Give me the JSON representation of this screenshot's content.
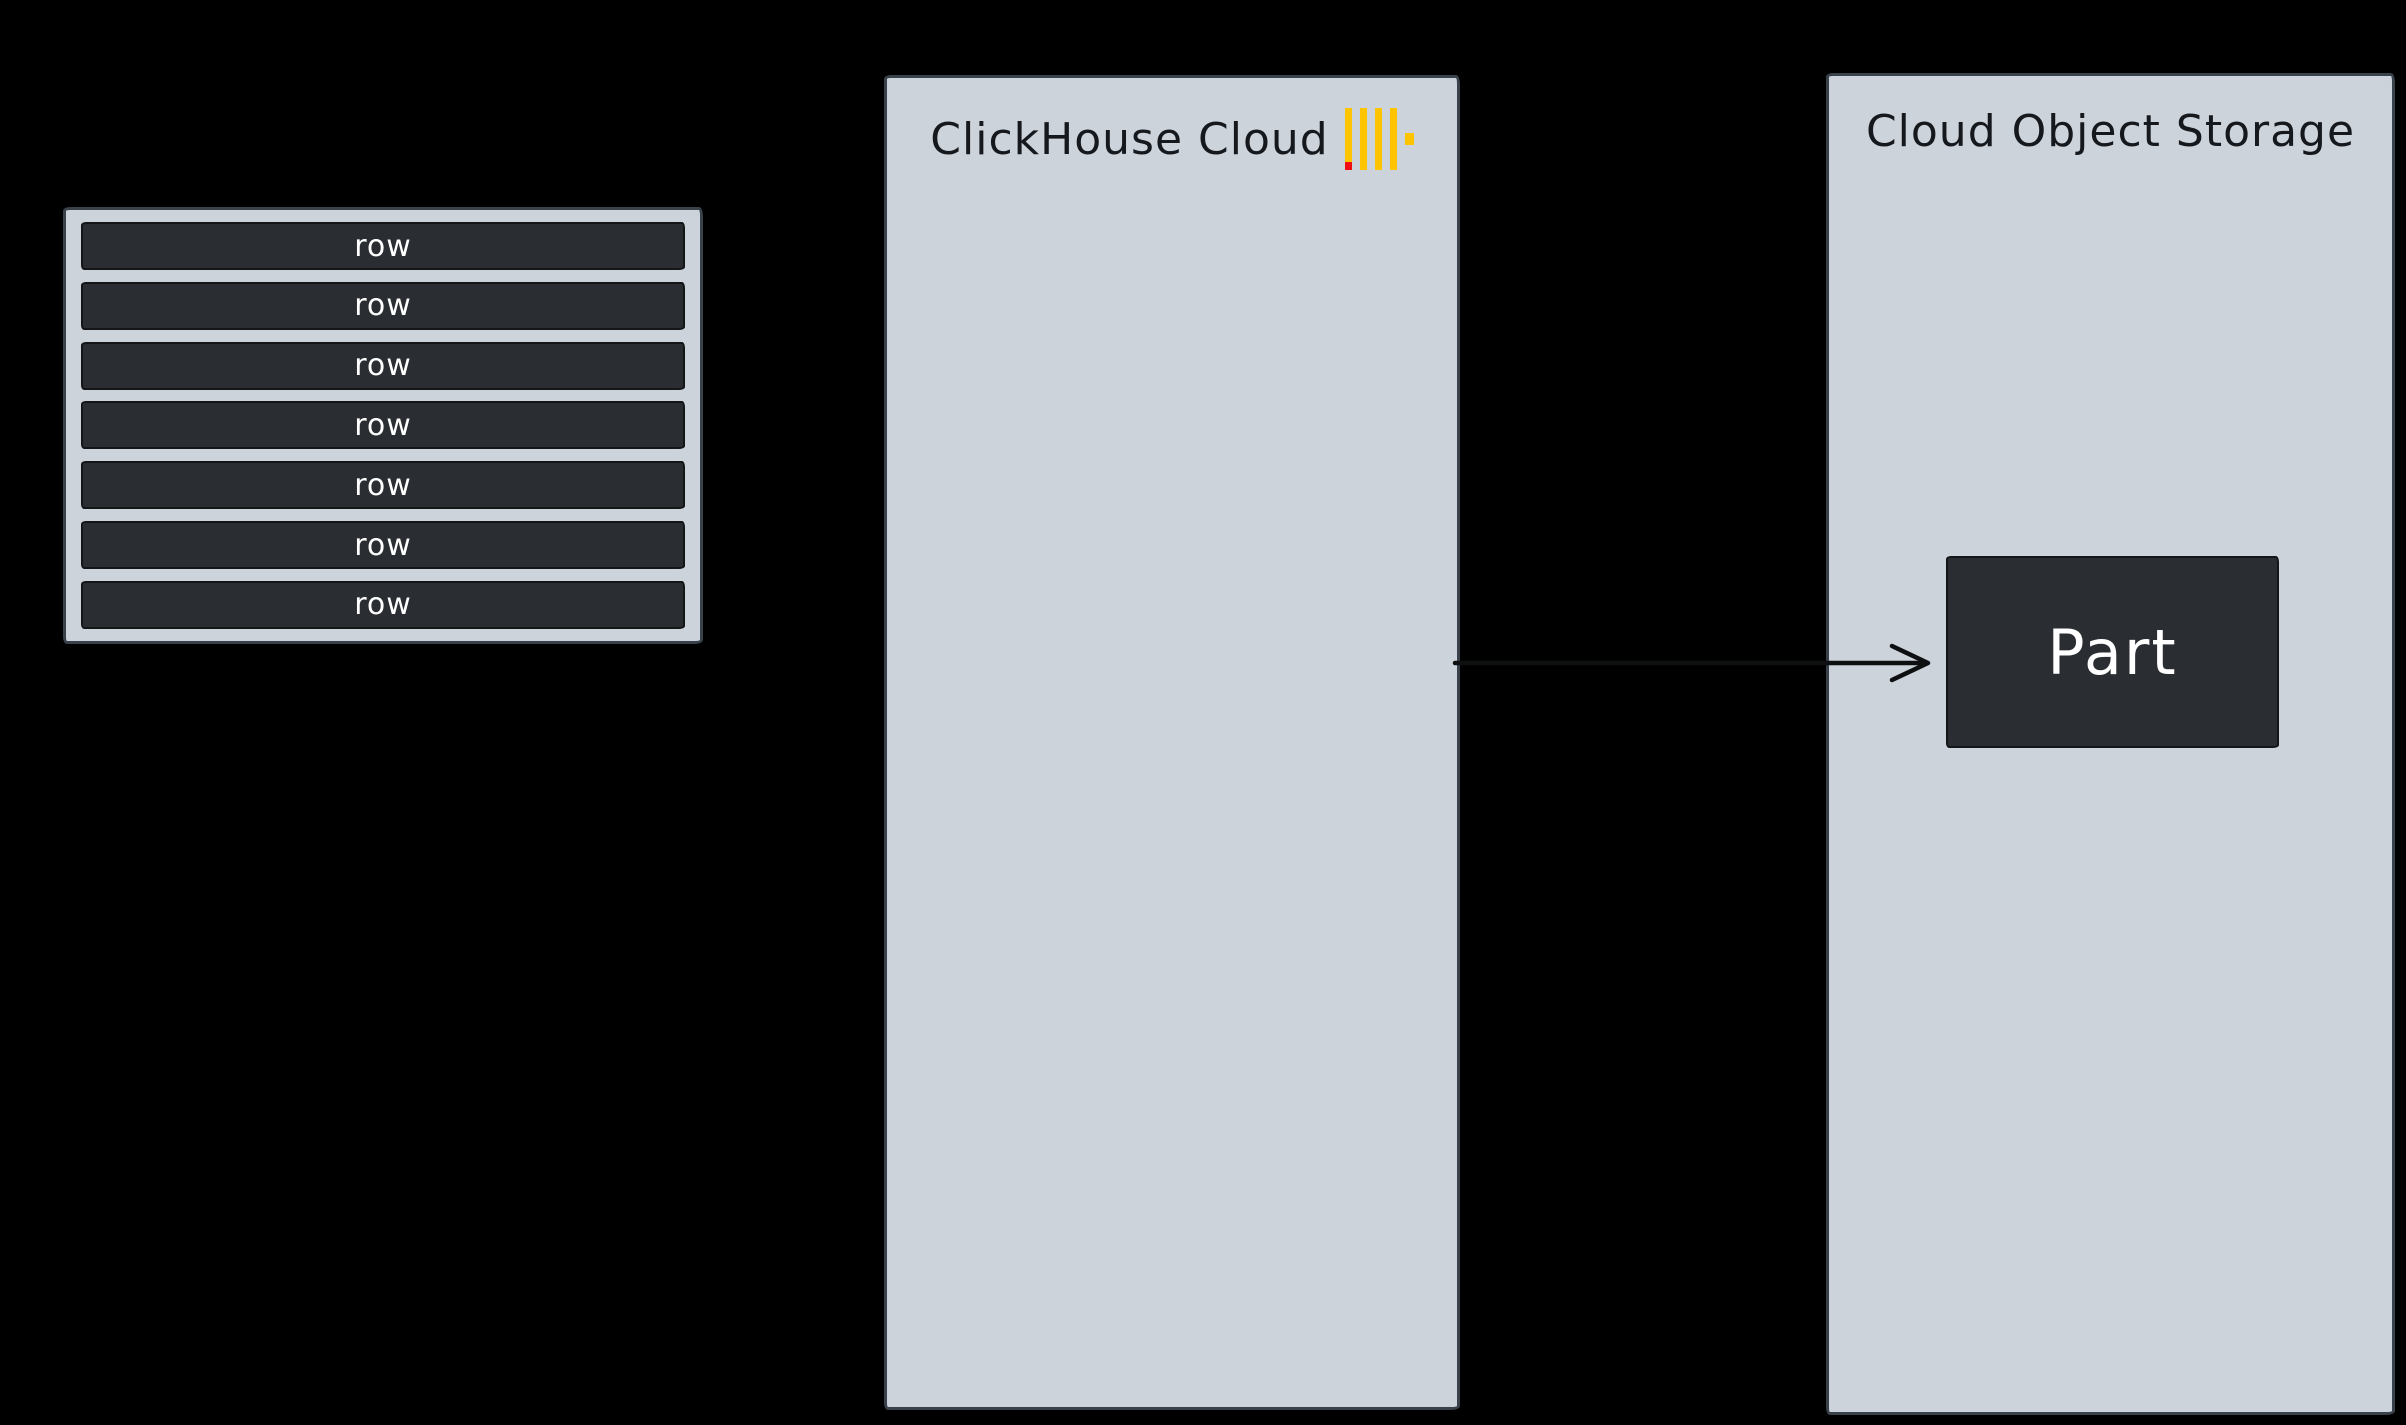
{
  "diagram": {
    "background_color": "#000000",
    "rows_block": {
      "rows": [
        "row",
        "row",
        "row",
        "row",
        "row",
        "row",
        "row"
      ]
    },
    "clickhouse_panel": {
      "title": "ClickHouse Cloud",
      "logo": {
        "icon": "clickhouse-logo",
        "bar_color": "#ffc400",
        "accent_color": "#f20d12"
      }
    },
    "storage_panel": {
      "title": "Cloud Object Storage",
      "part_label": "Part"
    },
    "arrow": {
      "direction": "right",
      "color": "#0d0f11"
    },
    "colors": {
      "panel_fill": "#cdd3da",
      "panel_stroke": "#39414a",
      "block_fill": "#2a2d31",
      "block_stroke": "#131517",
      "title_text": "#15181c",
      "block_text": "#ffffff"
    },
    "styles": {
      "logo_bar_style": "background:#ffc400",
      "logo_accent_style": "background:#f20d12"
    }
  }
}
